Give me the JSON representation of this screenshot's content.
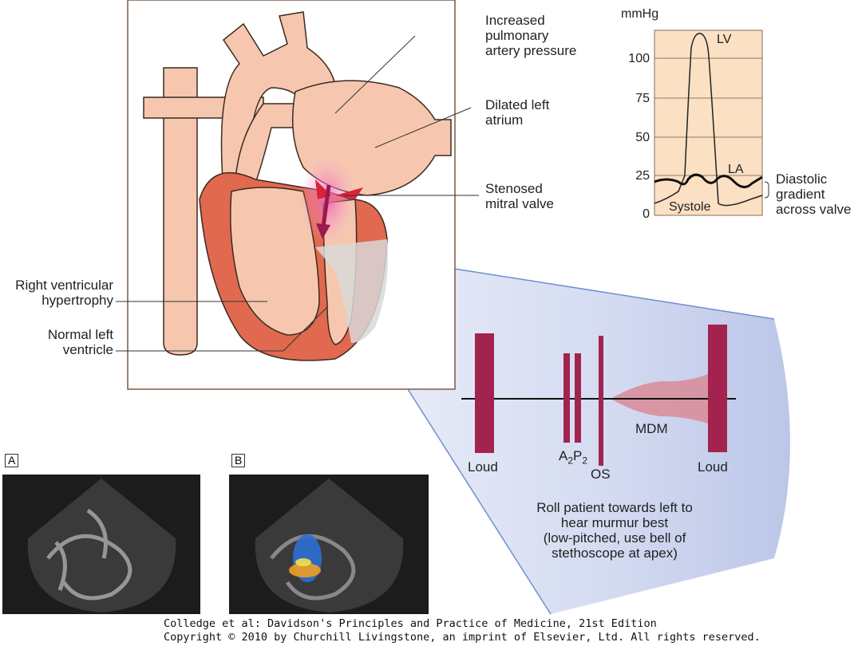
{
  "heart_labels": {
    "pulmonary": "Increased pulmonary artery pressure",
    "pulmonary_lines": [
      "Increased",
      "pulmonary",
      "artery pressure"
    ],
    "atrium_lines": [
      "Dilated left",
      "atrium"
    ],
    "valve_lines": [
      "Stenosed",
      "mitral valve"
    ],
    "rv_lines": [
      "Right ventricular",
      "hypertrophy"
    ],
    "lv_lines": [
      "Normal left",
      "ventricle"
    ]
  },
  "pressure_chart": {
    "unit": "mmHg",
    "ticks": [
      "100",
      "75",
      "50",
      "25",
      "0"
    ],
    "lv": "LV",
    "la": "LA",
    "systole": "Systole",
    "gradient_lines": [
      "Diastolic",
      "gradient",
      "across valve"
    ]
  },
  "phono": {
    "loud_left": "Loud",
    "a2": "A",
    "a2_sub": "2",
    "p2": "P",
    "p2_sub": "2",
    "os": "OS",
    "mdm": "MDM",
    "loud_right": "Loud",
    "instruction_lines": [
      "Roll patient towards left to",
      "hear murmur best",
      "(low-pitched, use bell of",
      "stethoscope at apex)"
    ]
  },
  "echo": {
    "panel_a": "A",
    "panel_b": "B"
  },
  "credit_lines": [
    "Colledge et al: Davidson's Principles and Practice of Medicine, 21st Edition",
    "Copyright © 2010 by Churchill Livingstone, an imprint of Elsevier, Ltd. All rights reserved."
  ],
  "colors": {
    "heart_fill": "#f6c7ae",
    "muscle": "#e0694f",
    "bar": "#a3234f",
    "chart_bg": "#fbe0c4",
    "cone": "#c9d3ee"
  }
}
